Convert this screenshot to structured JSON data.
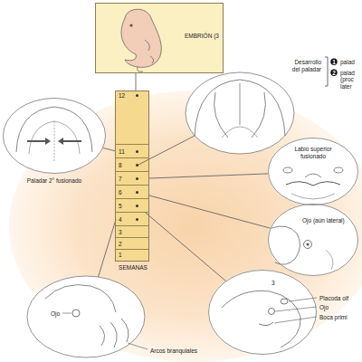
{
  "diagram": {
    "nodes": [
      {
        "text": [
          "EMBRIÓN (3"
        ]
      },
      {
        "text": [
          "SEMANAS"
        ]
      },
      {
        "text": [
          "12"
        ],
        "in": 1
      },
      {
        "text": [
          "11"
        ],
        "in": 1
      },
      {
        "text": [
          "8"
        ],
        "in": 1
      },
      {
        "text": [
          "7"
        ],
        "in": 1
      },
      {
        "text": [
          "6"
        ],
        "in": 1
      },
      {
        "text": [
          "5"
        ],
        "in": 1
      },
      {
        "text": [
          "4"
        ],
        "in": 1
      },
      {
        "text": [
          "3"
        ],
        "in": 1
      },
      {
        "text": [
          "2"
        ],
        "in": 1
      },
      {
        "text": [
          "1"
        ],
        "in": 1
      },
      {
        "text": [
          "Paladar 2° fusionado"
        ]
      },
      {
        "text": [
          "Labio superior fusionado"
        ]
      },
      {
        "text": [
          "Ojo (aún lateral)"
        ]
      },
      {
        "text": [
          "3"
        ]
      }
    ],
    "edges": [
      {
        "from": 0,
        "to": 2,
        "arrow": "none"
      },
      {
        "from": 3,
        "to": 12,
        "arrow": "none"
      },
      {
        "from": 5,
        "to": 13,
        "arrow": "none"
      },
      {
        "from": 6,
        "to": 14,
        "arrow": "none"
      },
      {
        "from": 7,
        "to": 15,
        "arrow": "none"
      }
    ],
    "labels": [
      "Desarrollo del paladar",
      "1",
      "palad",
      "2",
      "palad (proc later",
      "Ojo",
      "Arcos branquiales",
      "Placoda olf",
      "Ojo",
      "Boca primi"
    ]
  }
}
